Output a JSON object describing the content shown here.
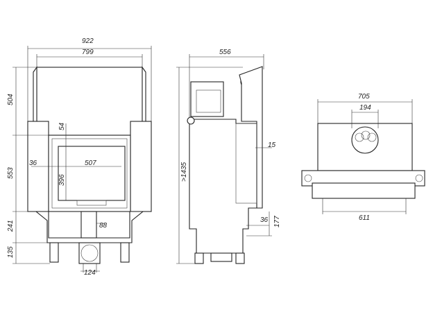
{
  "front_view": {
    "dims": {
      "overall_width": "922",
      "body_width": "799",
      "top_height": "504",
      "glass_top_offset": "54",
      "side_offset": "36",
      "glass_width": "507",
      "middle_height": "553",
      "glass_height": "396",
      "base_height": "241",
      "flue_width": "88",
      "leg_height": "135",
      "bottom_flue_width": "124"
    }
  },
  "side_view": {
    "dims": {
      "depth": "556",
      "total_height": ">1435",
      "frame_offset": "15",
      "bottom_offset": "36",
      "bottom_height": "177"
    }
  },
  "top_view": {
    "dims": {
      "width": "705",
      "flue_diameter": "194",
      "base_width": "611"
    }
  }
}
